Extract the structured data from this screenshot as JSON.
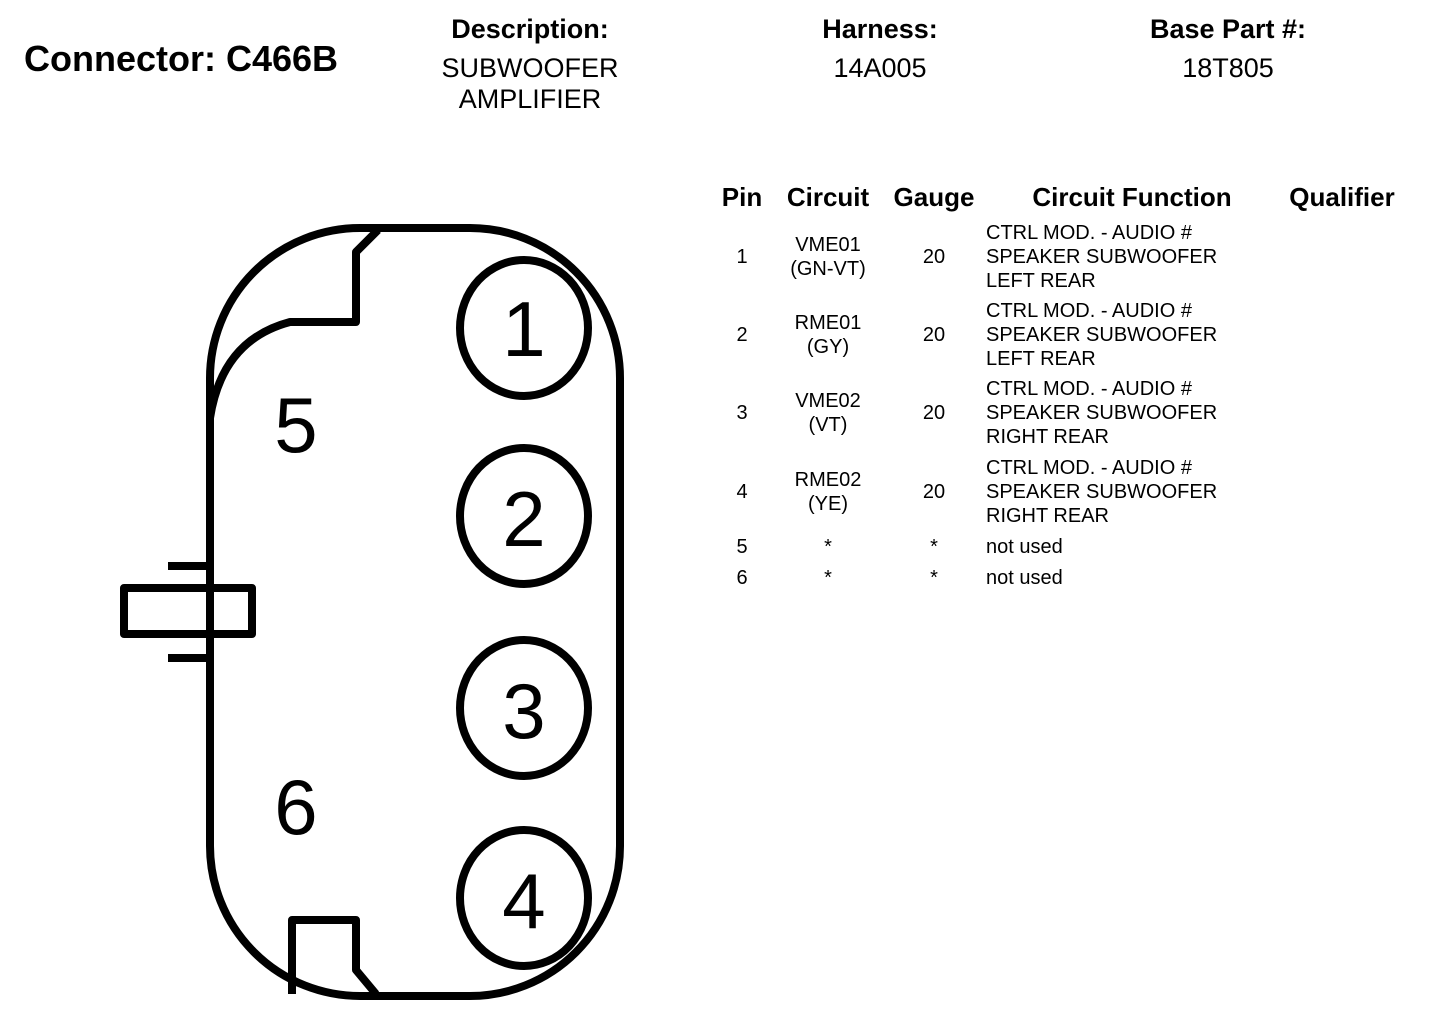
{
  "header": {
    "connector_label": "Connector: C466B",
    "description_label": "Description:",
    "description_lines": [
      "SUBWOOFER",
      "AMPLIFIER"
    ],
    "harness_label": "Harness:",
    "harness_value": "14A005",
    "base_part_label": "Base Part #:",
    "base_part_value": "18T805"
  },
  "diagram": {
    "pin_labels": [
      "1",
      "2",
      "3",
      "4",
      "5",
      "6"
    ]
  },
  "table": {
    "columns": [
      "Pin",
      "Circuit",
      "Gauge",
      "Circuit Function",
      "Qualifier"
    ],
    "rows": [
      {
        "pin": "1",
        "circuit": [
          "VME01",
          "(GN-VT)"
        ],
        "gauge": "20",
        "function": [
          "CTRL MOD. - AUDIO #",
          "SPEAKER SUBWOOFER",
          "LEFT REAR"
        ],
        "qualifier": ""
      },
      {
        "pin": "2",
        "circuit": [
          "RME01",
          "(GY)"
        ],
        "gauge": "20",
        "function": [
          "CTRL MOD. - AUDIO #",
          "SPEAKER SUBWOOFER",
          "LEFT REAR"
        ],
        "qualifier": ""
      },
      {
        "pin": "3",
        "circuit": [
          "VME02",
          "(VT)"
        ],
        "gauge": "20",
        "function": [
          "CTRL MOD. - AUDIO #",
          "SPEAKER SUBWOOFER",
          "RIGHT REAR"
        ],
        "qualifier": ""
      },
      {
        "pin": "4",
        "circuit": [
          "RME02",
          "(YE)"
        ],
        "gauge": "20",
        "function": [
          "CTRL MOD. - AUDIO #",
          "SPEAKER SUBWOOFER",
          "RIGHT REAR"
        ],
        "qualifier": ""
      },
      {
        "pin": "5",
        "circuit": [
          "*"
        ],
        "gauge": "*",
        "function": [
          "not used"
        ],
        "qualifier": ""
      },
      {
        "pin": "6",
        "circuit": [
          "*"
        ],
        "gauge": "*",
        "function": [
          "not used"
        ],
        "qualifier": ""
      }
    ]
  }
}
